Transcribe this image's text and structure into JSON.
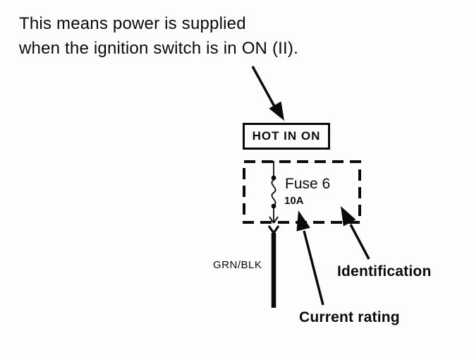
{
  "page": {
    "background": "#ffffff",
    "ink": "#0a0a0a"
  },
  "caption": {
    "line1": "This means power is supplied",
    "line2": "when the ignition switch is in ON (II)."
  },
  "power_source_box": {
    "label": "HOT IN ON"
  },
  "fuse": {
    "identification": "Fuse 6",
    "current_rating": "10A"
  },
  "wire": {
    "color_code": "GRN/BLK"
  },
  "callouts": {
    "identification_label": "Identification",
    "current_rating_label": "Current rating"
  },
  "symbols": {
    "caption_arrow": "arrow-down-right",
    "fuse_symbol": "wavy-line-between-dots",
    "connector": "y-terminal",
    "identification_arrow": "arrow-up-left",
    "current_rating_arrow": "arrow-up-left"
  }
}
